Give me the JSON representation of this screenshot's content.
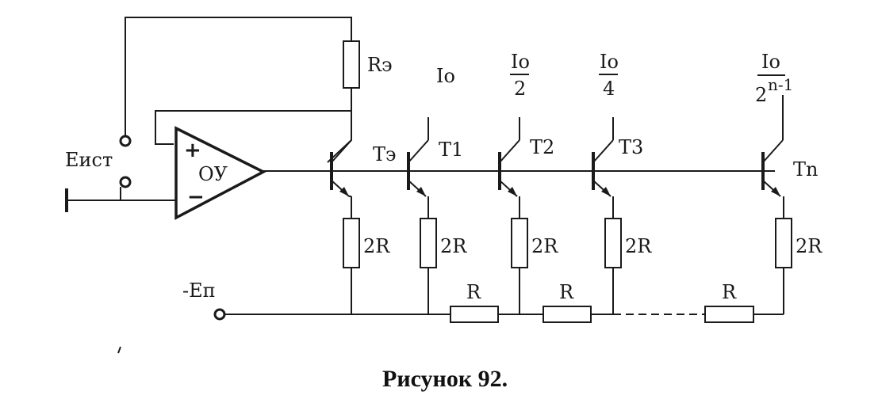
{
  "figure": {
    "caption": "Рисунок 92.",
    "colors": {
      "ink": "#1a1a1a",
      "background": "#ffffff"
    }
  },
  "components": {
    "source_label": "Еист",
    "opamp_label": "ОУ",
    "opamp_plus": "+",
    "opamp_minus": "−",
    "supply_label": "-Еп",
    "re_label": "Rэ",
    "te_label": "Тэ",
    "transistors": [
      {
        "label": "Т1",
        "current_num": "Iо",
        "current_den": ""
      },
      {
        "label": "Т2",
        "current_num": "Iо",
        "current_den": "2"
      },
      {
        "label": "Т3",
        "current_num": "Iо",
        "current_den": "4"
      },
      {
        "label": "Тn",
        "current_num": "Iо",
        "current_den": "2",
        "current_den_exp": "n-1"
      }
    ],
    "emitter_resistor_label": "2R",
    "ladder_resistor_label": "R"
  }
}
